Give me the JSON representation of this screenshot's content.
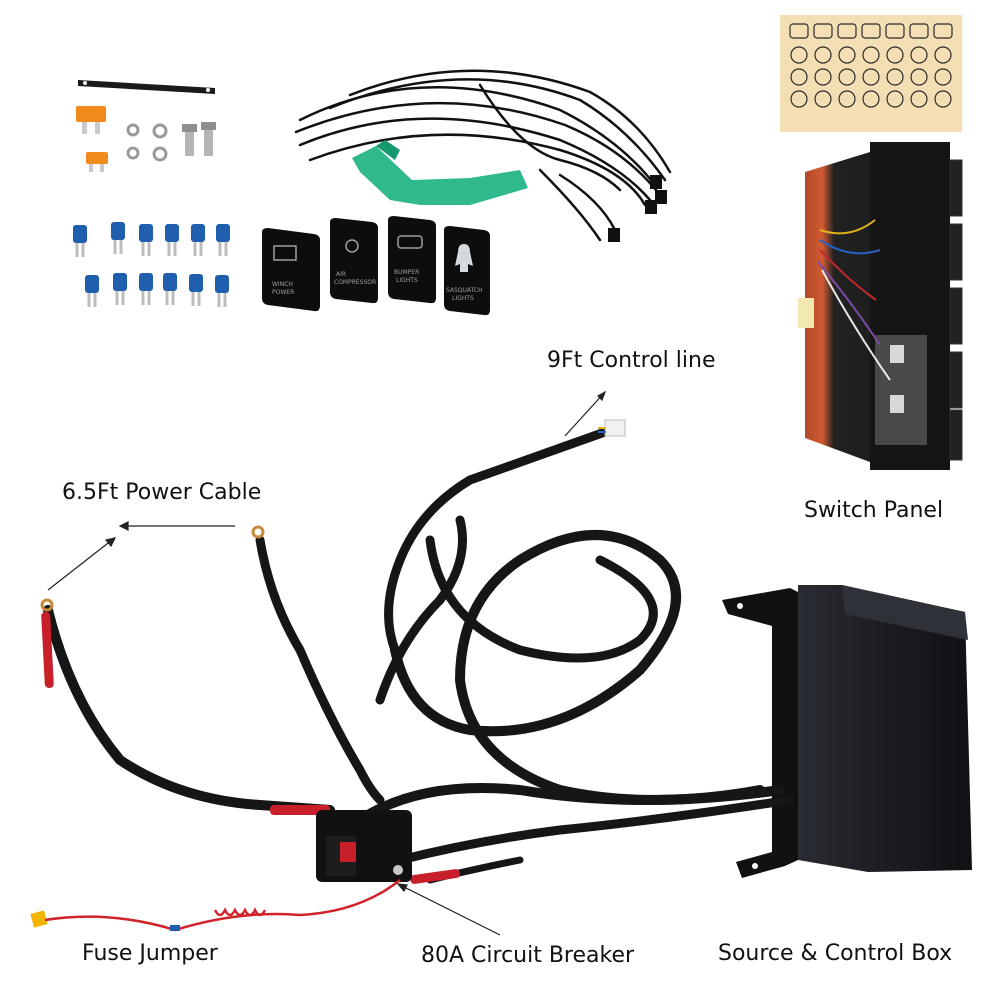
{
  "labels": {
    "control_line": "9Ft Control line",
    "power_cable": "6.5Ft Power Cable",
    "switch_panel": "Switch Panel",
    "fuse_jumper": "Fuse Jumper",
    "circuit_breaker": "80A Circuit Breaker",
    "source_control_box": "Source & Control Box"
  },
  "switches": [
    {
      "line1": "WINCH",
      "line2": "POWER"
    },
    {
      "line1": "AIR",
      "line2": "COMPRESSOR"
    },
    {
      "line1": "BUMPER",
      "line2": "LIGHTS"
    },
    {
      "line1": "SASQUATCH",
      "line2": "LIGHTS"
    }
  ],
  "colors": {
    "cable": "#161616",
    "heat_shrink_red": "#c8202a",
    "terminal_blue": "#1f5fae",
    "tool_green": "#1fb384",
    "fuse_orange": "#f08a1c",
    "sticker_sheet": "#f3dfb3",
    "box_black": "#1c1d22"
  }
}
